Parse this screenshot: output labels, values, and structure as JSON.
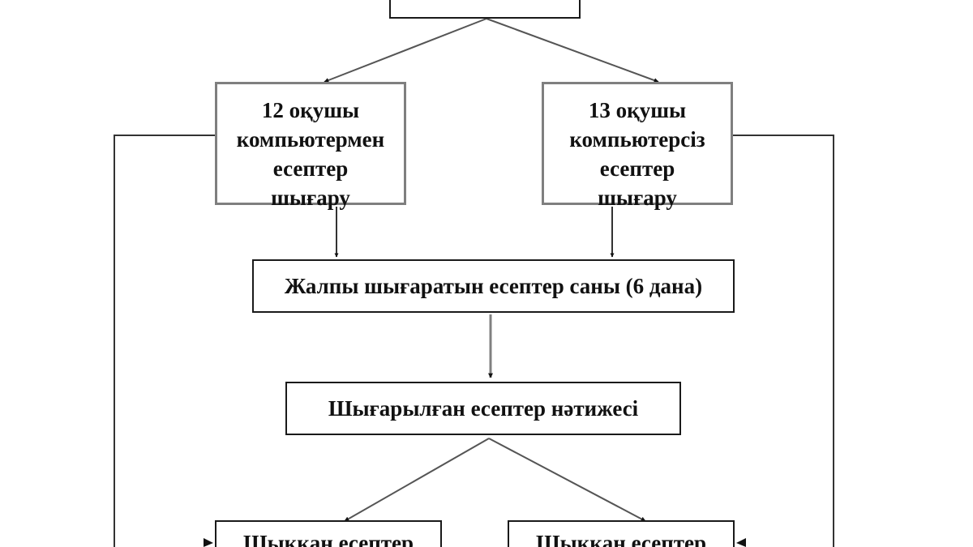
{
  "nodes": {
    "top": {
      "text": ""
    },
    "left_group": {
      "lines": [
        "12 оқушы",
        "компьютермен",
        "есептер",
        "шығару"
      ]
    },
    "right_group": {
      "lines": [
        "13 оқушы",
        "компьютерсіз",
        "есептер",
        "шығару"
      ]
    },
    "total_problems": {
      "text": "Жалпы шығаратын есептер саны (6 дана)"
    },
    "results": {
      "text": "Шығарылған есептер нәтижесі"
    },
    "bottom_left": {
      "text": "Шыққан есептер"
    },
    "bottom_right": {
      "text": "Шыққан есептер"
    }
  },
  "colors": {
    "thin_border": "#1a1a1a",
    "thick_border": "#7f7f7f",
    "connector": "#555555",
    "arrowhead": "#111111"
  }
}
